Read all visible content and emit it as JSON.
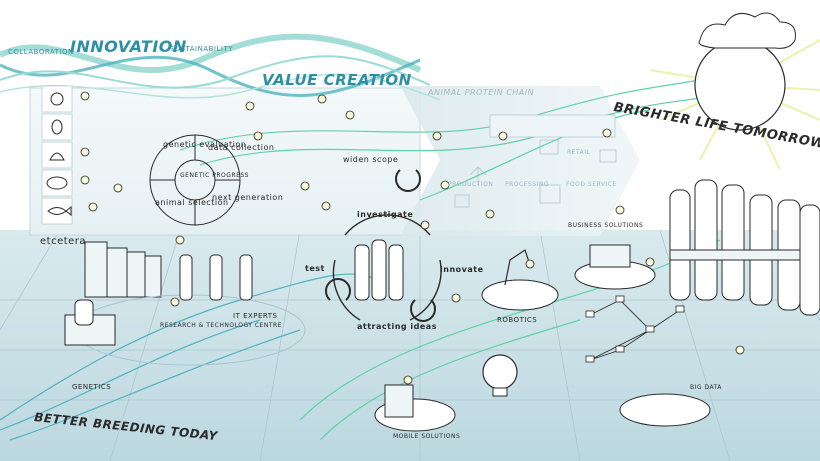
{
  "headline": {
    "collaboration": "COLLABORATION",
    "innovation": "INNOVATION",
    "sustainability": "SUSTAINABILITY",
    "value_creation": "VALUE CREATION",
    "brighter_life": "BRIGHTER LIFE TOMORROW",
    "better_breeding": "BETTER BREEDING TODAY"
  },
  "chain": {
    "title": "ANIMAL PROTEIN CHAIN",
    "stages": [
      "PRODUCTION",
      "PROCESSING",
      "RETAIL",
      "FOOD SERVICE"
    ]
  },
  "cycle": {
    "center": "GENETIC PROGRESS",
    "steps": [
      "genetic evaluation",
      "data collection",
      "next generation",
      "animal selection"
    ]
  },
  "innovation_loop": {
    "investigate": "investigate",
    "innovate": "innovate",
    "test": "test",
    "attracting": "attracting ideas"
  },
  "labels": {
    "widen_scope": "widen scope",
    "etcetera": "etcetera",
    "research_centre": "RESEARCH & TECHNOLOGY CENTRE",
    "it_experts": "IT EXPERTS",
    "genetics": "GENETICS",
    "robotics": "ROBOTICS",
    "business_solutions": "BUSINESS SOLUTIONS",
    "mobile_solutions": "MOBILE SOLUTIONS",
    "big_data": "BIG DATA"
  },
  "colors": {
    "accent": "#2c8fa3",
    "floor": "#cfe3e8",
    "wave": "#7ad0c4",
    "ink": "#2a2a2a"
  },
  "icons": [
    "lightbulb-icon",
    "magnet-icon",
    "chicken-icon",
    "egg-icon",
    "turkey-icon",
    "pig-icon",
    "fish-icon",
    "sun-icon",
    "cloud-icon",
    "server-icon",
    "robot-arm-icon"
  ]
}
